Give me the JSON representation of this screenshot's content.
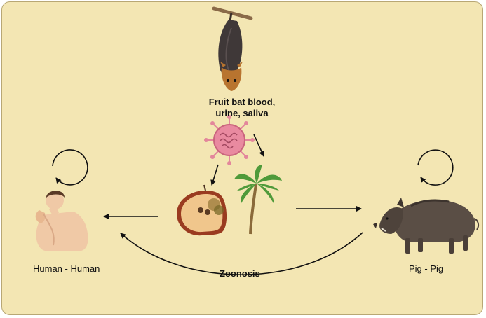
{
  "source_label_line1": "Fruit bat blood,",
  "source_label_line2": "urine, saliva",
  "human_label": "Human - Human",
  "pig_label": "Pig - Pig",
  "zoonosis_label": "Zoonosis",
  "colors": {
    "background": "#f3e6b3",
    "border": "#b8a774",
    "arrow": "#111111",
    "virus": "#e3879b",
    "palm_leaf": "#4f9a3a",
    "pig": "#5a4e45"
  }
}
